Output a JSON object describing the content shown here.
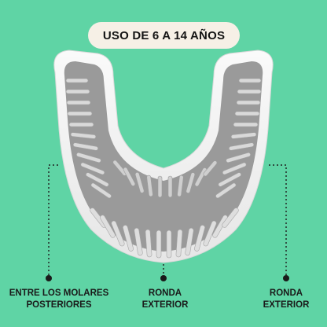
{
  "title": "USO DE 6 A 14 AÑOS",
  "labels": {
    "left": {
      "line1": "ENTRE LOS MOLARES",
      "line2": "POSTERIORES"
    },
    "middle": {
      "line1": "RONDA",
      "line2": "EXTERIOR"
    },
    "right": {
      "line1": "RONDA",
      "line2": "EXTERIOR"
    }
  },
  "colors": {
    "background": "#5fd4a5",
    "pill": "#f6f0e6",
    "brush_shell": "#f3f3f3",
    "bristles": "#8e8e8e",
    "text": "#141414"
  }
}
